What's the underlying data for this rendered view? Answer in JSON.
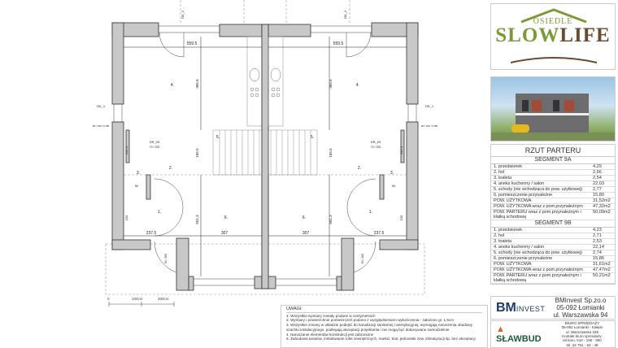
{
  "plan": {
    "rooms_left": [
      "4.",
      "5.",
      "6.",
      "1.",
      "2.",
      "3."
    ],
    "rooms_right": [
      "4.",
      "5.",
      "6.",
      "1.",
      "2.",
      "3."
    ],
    "dims": {
      "width_top": "559.5",
      "height_room4": "365.6",
      "stairs": "165.5",
      "height_room6": "501.3",
      "width_room1": "237.5",
      "width_room6": "307",
      "h150": "150",
      "h242": "242.4",
      "w90": "90"
    },
    "window_label": "OK_1",
    "window_dims": "80 / 150 / h=85",
    "top_window_label": "OK_2",
    "door_label": "DR_03",
    "door_dims": "70 / 200",
    "entry_door_dims": "90 / 200",
    "scale": [
      "0",
      "100cm",
      "200cm"
    ]
  },
  "logo": {
    "line1": "OSIEDLE",
    "slow": "SLOW",
    "life": "LIFE"
  },
  "table": {
    "title": "RZUT PARTERU",
    "segments": [
      {
        "name": "SEGMENT 9A",
        "rows": [
          [
            "1. przedsionek",
            "4,29"
          ],
          [
            "2. hol",
            "2,66"
          ],
          [
            "3. toaleta",
            "2,54"
          ],
          [
            "4. aneks kuchenny / salon",
            "22,03"
          ],
          [
            "5. schody (nie wchodząca do pow. użytkowej)",
            "2,77"
          ],
          [
            "6. pomieszczenie przynależne",
            "15,80"
          ],
          [
            "POW. UŻYTKOWA",
            "31,52m2"
          ],
          [
            "POW. UŻYTKOWA wraz z pom.przynależnym",
            "47,32m2"
          ],
          [
            "POW. PARTERU wraz z pom.przynależnym i klatką schodową",
            "50,09m2"
          ]
        ]
      },
      {
        "name": "SEGMENT 9B",
        "rows": [
          [
            "1. przedsionek",
            "4,23"
          ],
          [
            "2. hol",
            "2,71"
          ],
          [
            "3. toaleta",
            "2,53"
          ],
          [
            "4. aneks kuchenny / salon",
            "22,14"
          ],
          [
            "5. schody (nie wchodząca do pow. użytkowej)",
            "2,74"
          ],
          [
            "6. pomieszczenie przynależne",
            "15,86"
          ],
          [
            "POW. UŻYTKOWA",
            "31,61m2"
          ],
          [
            "POW. UŻYTKOWA wraz z pom.przynależnym",
            "47,47m2"
          ],
          [
            "POW. PARTERU wraz z pom.przynależnym i klatką schodową",
            "50,21m2"
          ]
        ]
      }
    ]
  },
  "bminvest": {
    "logo_bm": "BM",
    "logo_invest": "INVEST",
    "lines": [
      "BMInvest Sp.zo.o",
      "05-092 Łomianki",
      "ul. Warszawska 94"
    ]
  },
  "slawbud": {
    "logo": "SŁAWBUD",
    "lines": [
      "BIURO SPRZEDAŻY",
      "05-092 Łomianki - Kiełpin",
      "ul. Warszawska 189",
      "Kontakt biuro sprzedaży:",
      "tel.kom. 510 - 190 - 900",
      "tel. 22 751 - 53 - 48"
    ]
  },
  "notes": {
    "title": "UWAGI:",
    "items": [
      "1. Wszystkie wymiary zostały podane w centymetrach",
      "2. Wymiary i powierzchnie pomieszczeń podano z uwzględnieniem wykończenia - założono gr. 1,5cm",
      "3. Wszystkie zmiany w układzie podejść do kanalizacji sanitarnej i wentylacyjnej, wymagają naruszenia obudowy szachtu instalacyjnego, podlegają akceptacji projektanta i nie mogą być dokonywane samodzielnie",
      "4. Naruszanie elementów konstrukcji jest zabronione",
      "5. Zabudowa tarasów, instalowanie rolet zewnętrznych, markiz, krat, jednostek zew. klimatyzacji itp. bez akceptacji"
    ]
  }
}
